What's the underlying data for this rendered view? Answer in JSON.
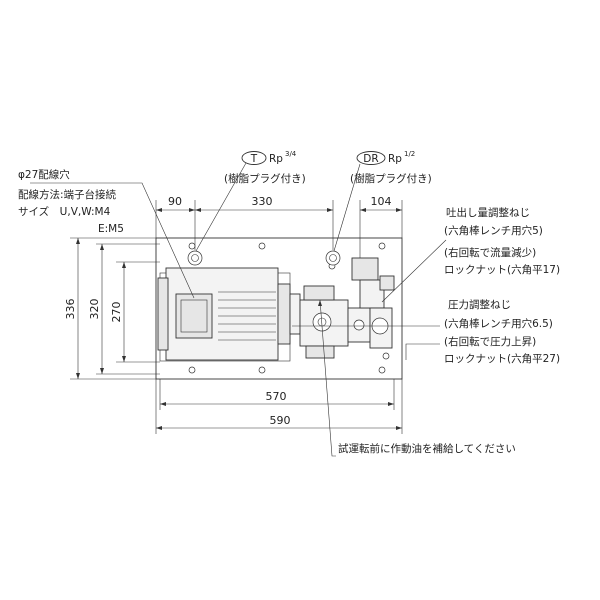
{
  "ports": {
    "t": {
      "code": "T",
      "thread": "Rp",
      "size": "3/4",
      "note": "(樹脂プラグ付き)"
    },
    "dr": {
      "code": "DR",
      "thread": "Rp",
      "size": "1/2",
      "note": "(樹脂プラグ付き)"
    }
  },
  "wiring": {
    "hole": "φ27配線穴",
    "method": "配線方法:端子台接続",
    "size_uvw": "サイズ　U,V,W:M4",
    "size_e": "E:M5"
  },
  "dimensions": {
    "d90": "90",
    "d330": "330",
    "d104": "104",
    "d336": "336",
    "d320": "320",
    "d270": "270",
    "d570": "570",
    "d590": "590"
  },
  "flow_adjust": {
    "title": "吐出し量調整ねじ",
    "wrench": "(六角棒レンチ用穴5)",
    "rotation": "(右回転で流量減少)",
    "locknut": "ロックナット(六角平17)"
  },
  "pressure_adjust": {
    "title": "圧力調整ねじ",
    "wrench": "(六角棒レンチ用穴6.5)",
    "rotation": "(右回転で圧力上昇)",
    "locknut": "ロックナット(六角平27)"
  },
  "oil_note": "試運転前に作動油を補給してください"
}
